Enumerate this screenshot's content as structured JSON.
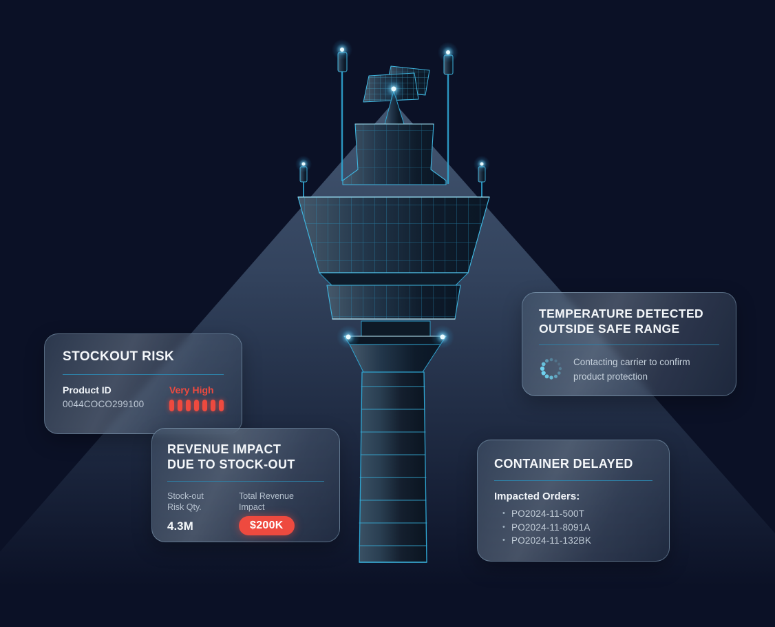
{
  "scene": {
    "background_color": "#0b1126",
    "accent_color": "#3fb6e0",
    "glow_color": "#7fe3ff",
    "beam_color": "#8fb4d9",
    "illustration": "wireframe-control-tower"
  },
  "cards": {
    "stockout": {
      "title": "STOCKOUT RISK",
      "product_label": "Product ID",
      "product_id": "0044COCO299100",
      "risk_level": "Very High",
      "risk_bar_count": 7,
      "risk_color": "#ee4a3f"
    },
    "revenue": {
      "title_line1": "REVENUE IMPACT",
      "title_line2": "DUE TO STOCK-OUT",
      "qty_label_line1": "Stock-out",
      "qty_label_line2": "Risk Qty.",
      "qty_value": "4.3M",
      "impact_label_line1": "Total Revenue",
      "impact_label_line2": "Impact",
      "impact_value": "$200K",
      "badge_color": "#ee4a3f"
    },
    "temperature": {
      "title_line1": "TEMPERATURE DETECTED",
      "title_line2": "OUTSIDE SAFE RANGE",
      "icon": "spinner-icon",
      "status_line1": "Contacting carrier to confirm",
      "status_line2": "product protection"
    },
    "container": {
      "title": "CONTAINER DELAYED",
      "orders_label": "Impacted Orders:",
      "orders": [
        "PO2024-11-500T",
        "PO2024-11-8091A",
        "PO2024-11-132BK"
      ]
    }
  }
}
